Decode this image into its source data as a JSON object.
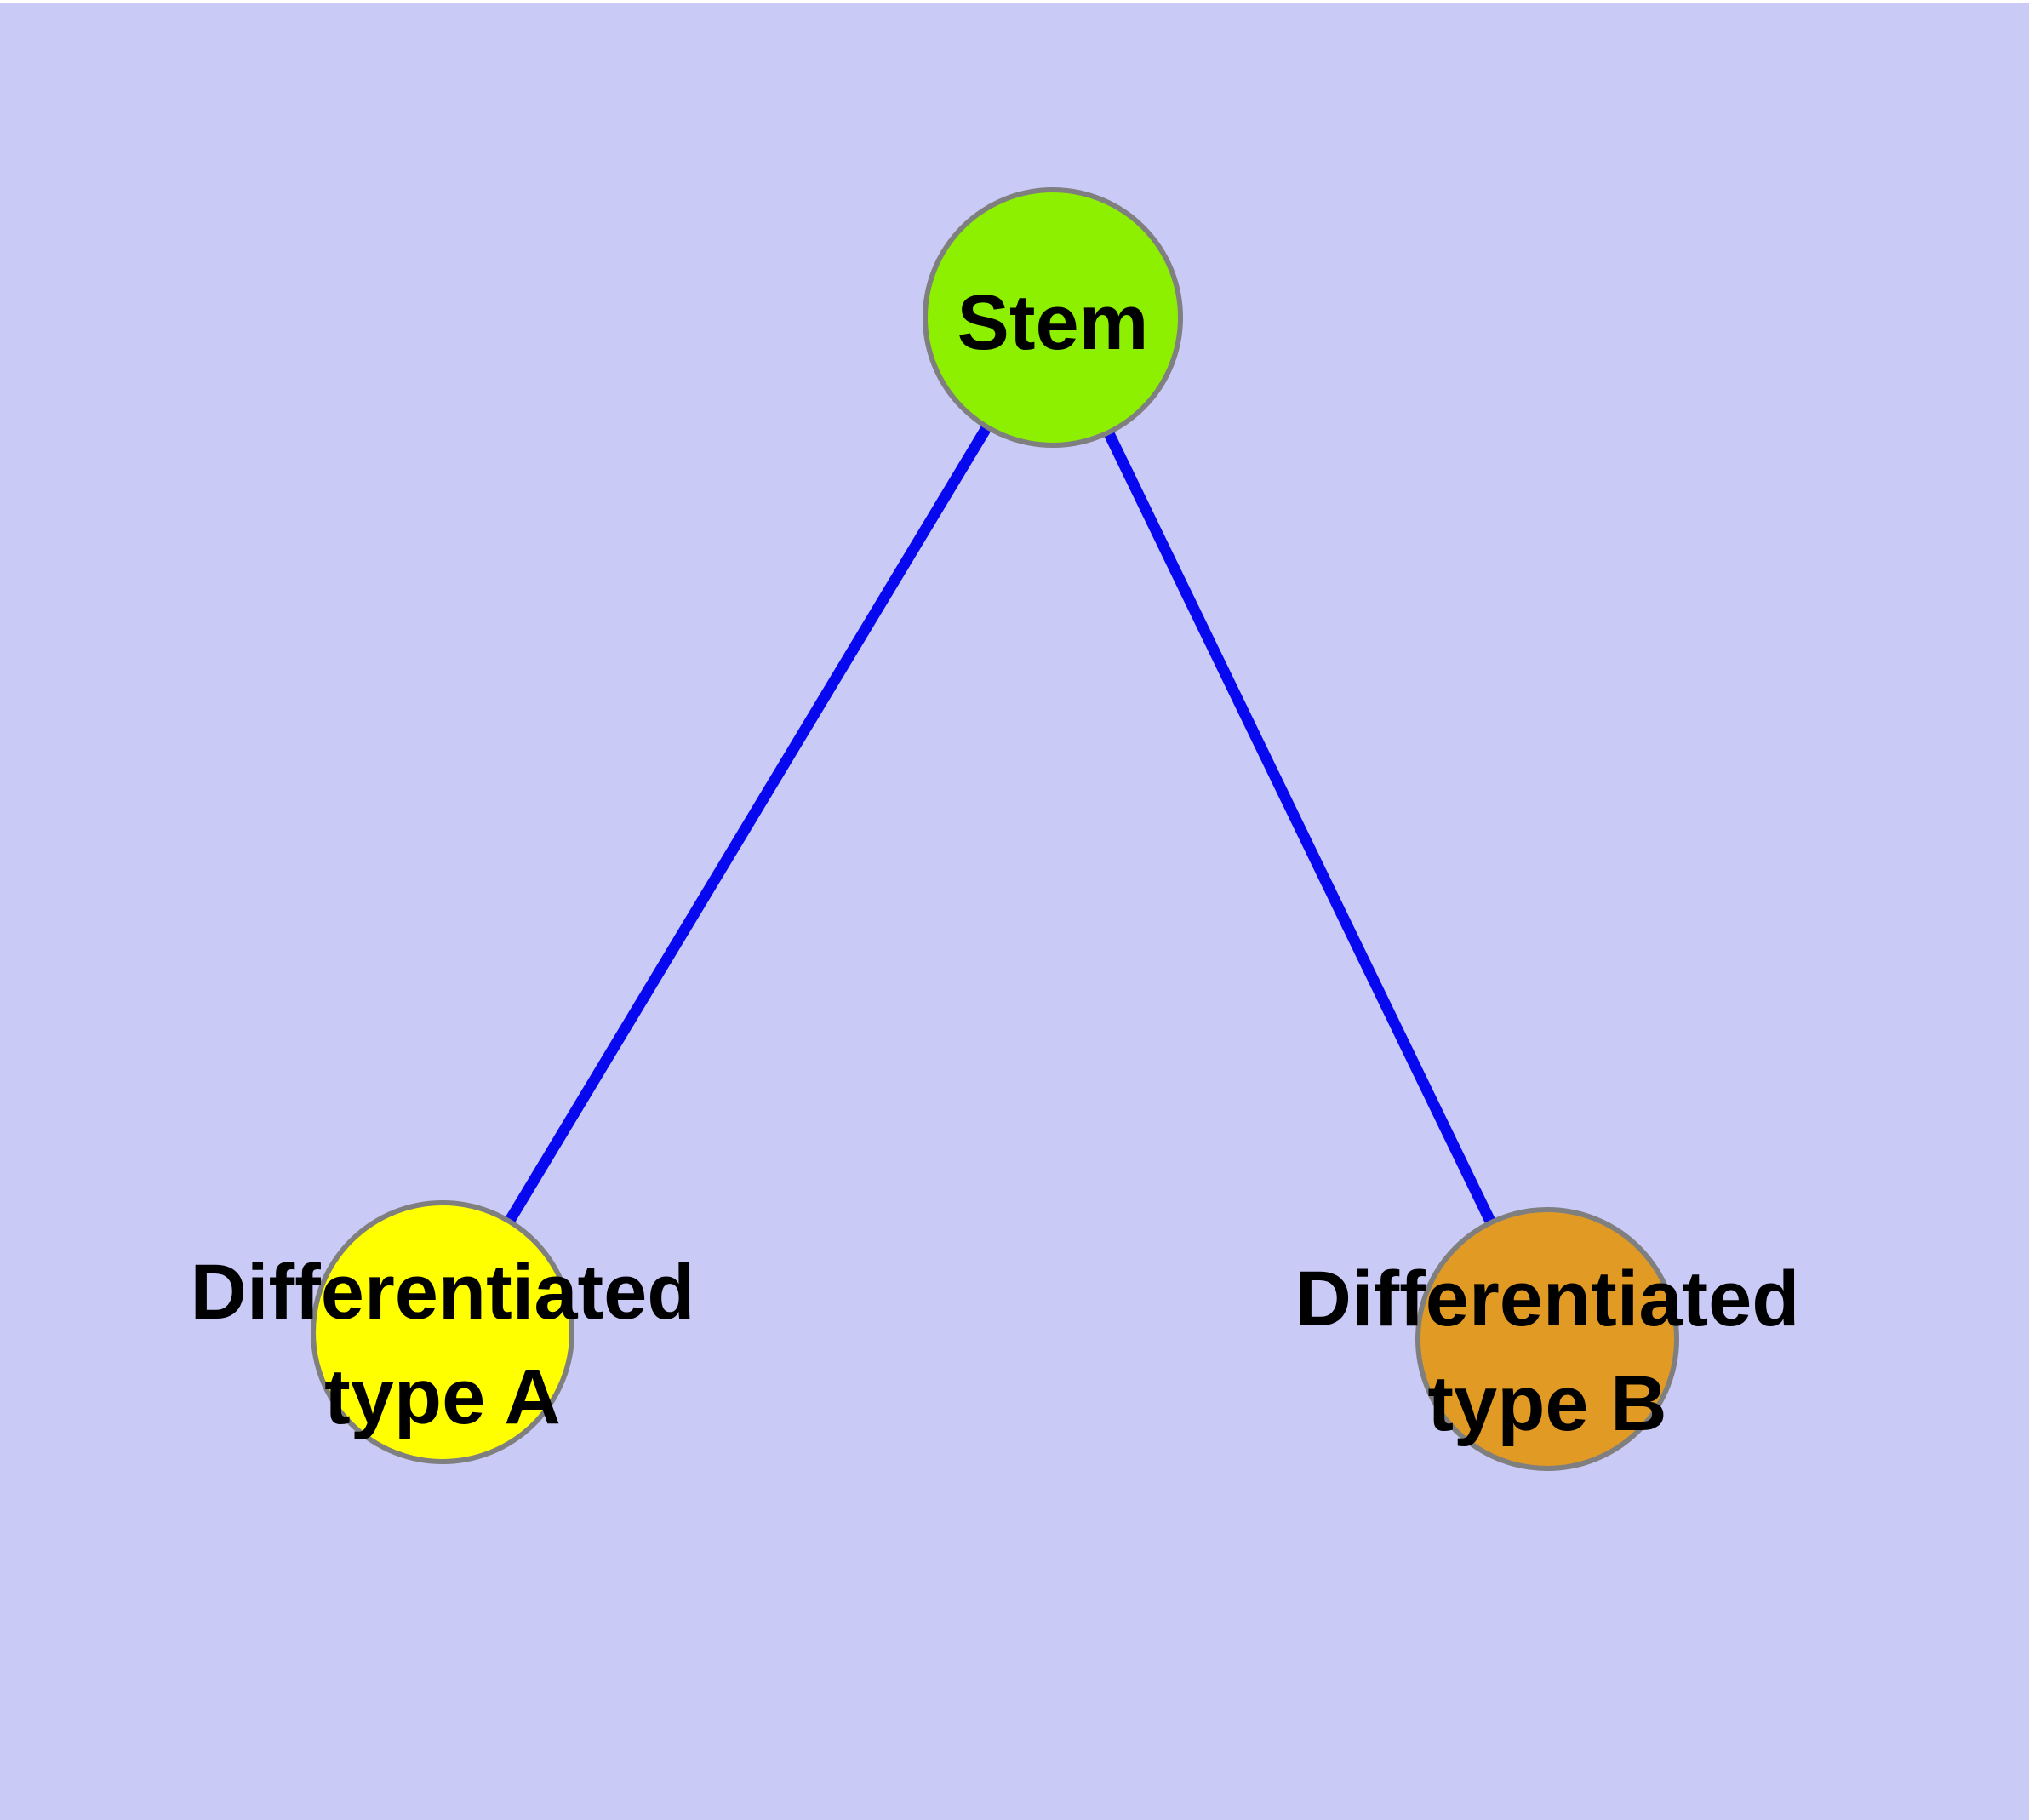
{
  "diagram": {
    "background_color": "#cacaf6",
    "node_border_color": "#7f7f7f",
    "edge_color": "#0707f0",
    "nodes": [
      {
        "id": "stem",
        "label": "Stem",
        "fill_color": "#8cf000"
      },
      {
        "id": "differentiated-type-a",
        "label": "Differentiated type A",
        "label_line1": "Differentiated",
        "label_line2": "type A",
        "fill_color": "#ffff00"
      },
      {
        "id": "differentiated-type-b",
        "label": "Differentiated type B",
        "label_line1": "Differentiated",
        "label_line2": "type B",
        "fill_color": "#e19b25"
      }
    ],
    "edges": [
      {
        "from": "stem",
        "to": "differentiated-type-a",
        "color": "#0707f0"
      },
      {
        "from": "stem",
        "to": "differentiated-type-b",
        "color": "#0707f0"
      }
    ]
  }
}
